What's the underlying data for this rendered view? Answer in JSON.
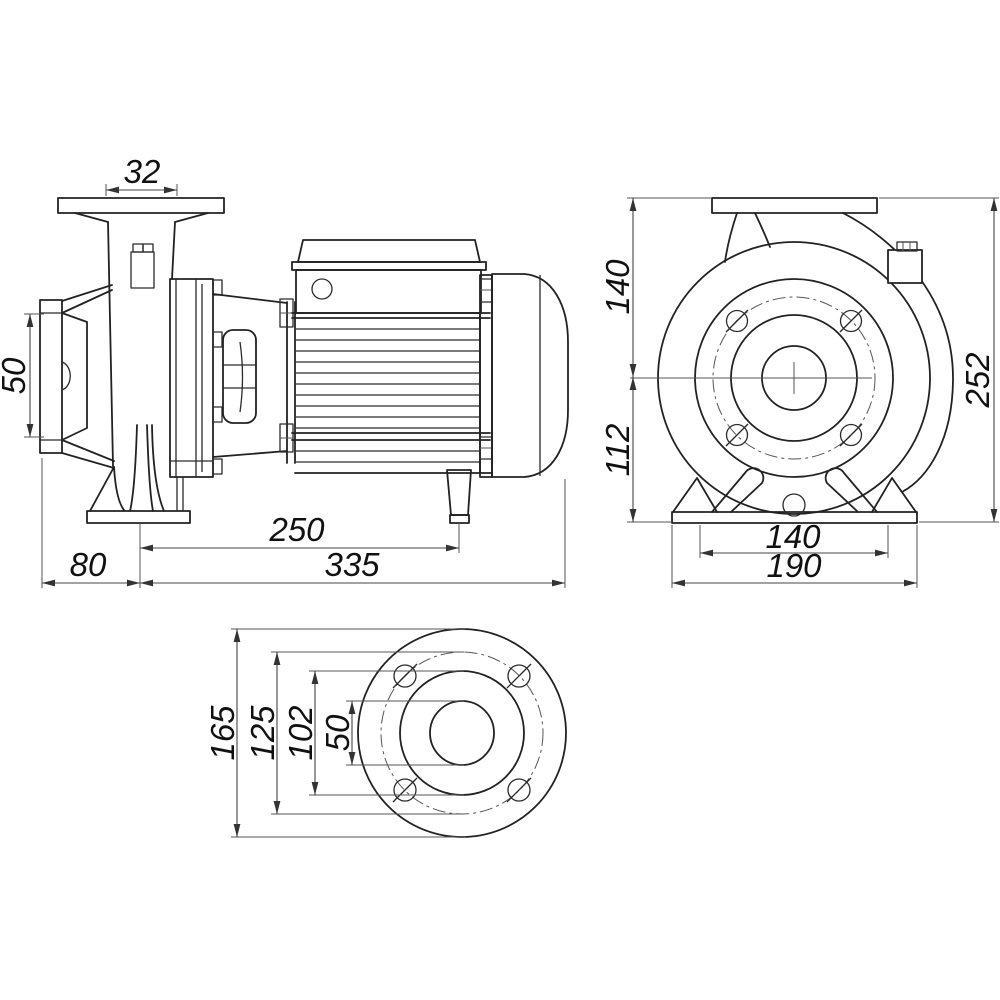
{
  "dimensions": {
    "side_view": {
      "discharge_port": "32",
      "suction_port": "50",
      "foot_spacing": "250",
      "flange_to_foot": "80",
      "overall_length": "335"
    },
    "front_view": {
      "top_to_center": "140",
      "center_to_base": "112",
      "overall_height": "252",
      "foot_hole_spacing": "140",
      "base_width": "190"
    },
    "flange_view": {
      "flange_diameter": "165",
      "bolt_circle_diameter": "125",
      "spigot_diameter": "102",
      "bore_diameter": "50"
    }
  }
}
